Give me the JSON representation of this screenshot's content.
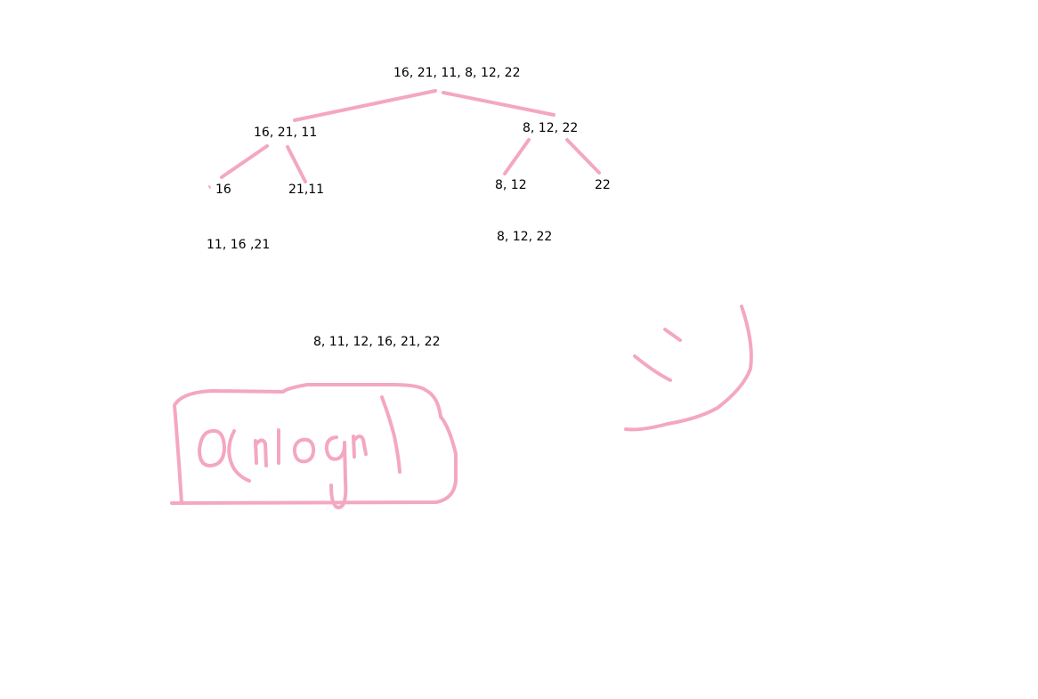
{
  "colors": {
    "pen": "#f4a7c2",
    "text": "#000000",
    "background": "#ffffff"
  },
  "tree": {
    "root": "16, 21, 11, 8, 12, 22",
    "left": "16, 21, 11",
    "right": "8, 12, 22",
    "left_left": "16",
    "left_right": "21,11",
    "right_left": "8, 12",
    "right_right": "22"
  },
  "merged": {
    "left": "11, 16 ,21",
    "right": "8, 12, 22",
    "final": "8, 11, 12, 16, 21, 22"
  },
  "annotation": {
    "complexity": "O(nlogn)"
  }
}
